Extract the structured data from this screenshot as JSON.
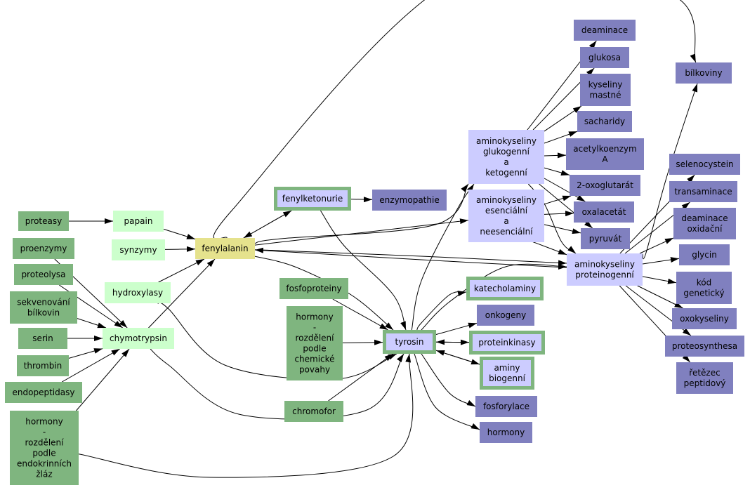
{
  "colors": {
    "dark_green": "#7fb57f",
    "light_green": "#ccffcc",
    "yellow": "#e5e28d",
    "light_violet": "#ccccff",
    "dark_violet": "#8080bf",
    "edge": "#000000"
  },
  "nodes": {
    "proteasy": {
      "label": [
        "proteasy"
      ],
      "style": "dark_green"
    },
    "papain": {
      "label": [
        "papain"
      ],
      "style": "light_green"
    },
    "synzymy": {
      "label": [
        "synzymy"
      ],
      "style": "light_green"
    },
    "fenylalanin": {
      "label": [
        "fenylalanin"
      ],
      "style": "yellow"
    },
    "fenylketonurie": {
      "label": [
        "fenylketonurie"
      ],
      "style": "violet_in_green"
    },
    "enzymopathie": {
      "label": [
        "enzymopathie"
      ],
      "style": "dark_violet"
    },
    "proenzymy": {
      "label": [
        "proenzymy"
      ],
      "style": "dark_green"
    },
    "proteolysa": {
      "label": [
        "proteolysa"
      ],
      "style": "dark_green"
    },
    "sekvenovani": {
      "label": [
        "sekvenování",
        "bílkovin"
      ],
      "style": "dark_green"
    },
    "serin": {
      "label": [
        "serin"
      ],
      "style": "dark_green"
    },
    "thrombin": {
      "label": [
        "thrombin"
      ],
      "style": "dark_green"
    },
    "endopeptidasy": {
      "label": [
        "endopeptidasy"
      ],
      "style": "dark_green"
    },
    "hormony_endokrinni": {
      "label": [
        "hormony",
        "-",
        "rozdělení",
        "podle",
        "endokrinních",
        "žláz"
      ],
      "style": "dark_green"
    },
    "hydroxylasy": {
      "label": [
        "hydroxylasy"
      ],
      "style": "light_green"
    },
    "chymotrypsin": {
      "label": [
        "chymotrypsin"
      ],
      "style": "light_green"
    },
    "fosfoproteiny": {
      "label": [
        "fosfoproteiny"
      ],
      "style": "dark_green"
    },
    "hormony_chemicke": {
      "label": [
        "hormony",
        "-",
        "rozdělení",
        "podle",
        "chemické",
        "povahy"
      ],
      "style": "dark_green"
    },
    "chromofor": {
      "label": [
        "chromofor"
      ],
      "style": "dark_green"
    },
    "tyrosin": {
      "label": [
        "tyrosin"
      ],
      "style": "violet_in_green"
    },
    "amk_glukogenni": {
      "label": [
        "aminokyseliny",
        "glukogenní",
        "a",
        "ketogenní"
      ],
      "style": "light_violet"
    },
    "amk_esencialni": {
      "label": [
        "aminokyseliny",
        "esenciální",
        "a",
        "neesenciální"
      ],
      "style": "light_violet"
    },
    "amk_proteinogenni": {
      "label": [
        "aminokyseliny",
        "proteinogenní"
      ],
      "style": "light_violet"
    },
    "katecholaminy": {
      "label": [
        "katecholaminy"
      ],
      "style": "violet_in_green"
    },
    "onkogeny": {
      "label": [
        "onkogeny"
      ],
      "style": "dark_violet"
    },
    "proteinkinasy": {
      "label": [
        "proteinkinasy"
      ],
      "style": "violet_in_green"
    },
    "aminy_biogenni": {
      "label": [
        "aminy",
        "biogenní"
      ],
      "style": "violet_in_green"
    },
    "fosforylace": {
      "label": [
        "fosforylace"
      ],
      "style": "dark_violet"
    },
    "hormony_r": {
      "label": [
        "hormony"
      ],
      "style": "dark_violet"
    },
    "deaminace": {
      "label": [
        "deaminace"
      ],
      "style": "dark_violet"
    },
    "glukosa": {
      "label": [
        "glukosa"
      ],
      "style": "dark_violet"
    },
    "kyseliny_mastne": {
      "label": [
        "kyseliny",
        "mastné"
      ],
      "style": "dark_violet"
    },
    "sacharidy": {
      "label": [
        "sacharidy"
      ],
      "style": "dark_violet"
    },
    "acetylkoenzym": {
      "label": [
        "acetylkoenzym",
        "A"
      ],
      "style": "dark_violet"
    },
    "oxoglutarat": {
      "label": [
        "2-oxoglutarát"
      ],
      "style": "dark_violet"
    },
    "oxalacetat": {
      "label": [
        "oxalacetát"
      ],
      "style": "dark_violet"
    },
    "pyruvat": {
      "label": [
        "pyruvát"
      ],
      "style": "dark_violet"
    },
    "bilkoviny": {
      "label": [
        "bílkoviny"
      ],
      "style": "dark_violet"
    },
    "selenocystein": {
      "label": [
        "selenocystein"
      ],
      "style": "dark_violet"
    },
    "transaminace": {
      "label": [
        "transaminace"
      ],
      "style": "dark_violet"
    },
    "deaminace_oxidacni": {
      "label": [
        "deaminace",
        "oxidační"
      ],
      "style": "dark_violet"
    },
    "glycin": {
      "label": [
        "glycin"
      ],
      "style": "dark_violet"
    },
    "kod_geneticky": {
      "label": [
        "kód",
        "genetický"
      ],
      "style": "dark_violet"
    },
    "oxokyseliny": {
      "label": [
        "oxokyseliny"
      ],
      "style": "dark_violet"
    },
    "proteosynthesa": {
      "label": [
        "proteosynthesa"
      ],
      "style": "dark_violet"
    },
    "retezec": {
      "label": [
        "řetězec",
        "peptidový"
      ],
      "style": "dark_violet"
    }
  },
  "edges": [
    [
      "proteasy",
      "papain"
    ],
    [
      "papain",
      "fenylalanin"
    ],
    [
      "synzymy",
      "fenylalanin"
    ],
    [
      "hydroxylasy",
      "fenylalanin"
    ],
    [
      "chymotrypsin",
      "fenylalanin"
    ],
    [
      "fenylalanin",
      "fenylketonurie"
    ],
    [
      "fenylketonurie",
      "fenylalanin"
    ],
    [
      "fenylketonurie",
      "enzymopathie"
    ],
    [
      "fenylalanin",
      "amk_glukogenni"
    ],
    [
      "fenylalanin",
      "amk_esencialni"
    ],
    [
      "fenylalanin",
      "amk_proteinogenni"
    ],
    [
      "amk_proteinogenni",
      "fenylalanin"
    ],
    [
      "fenylalanin",
      "tyrosin"
    ],
    [
      "fenylalanin",
      "bilkoviny"
    ],
    [
      "fenylketonurie",
      "tyrosin"
    ],
    [
      "proenzymy",
      "chymotrypsin"
    ],
    [
      "proteolysa",
      "chymotrypsin"
    ],
    [
      "sekvenovani",
      "chymotrypsin"
    ],
    [
      "serin",
      "chymotrypsin"
    ],
    [
      "thrombin",
      "chymotrypsin"
    ],
    [
      "endopeptidasy",
      "chymotrypsin"
    ],
    [
      "hormony_endokrinni",
      "chymotrypsin"
    ],
    [
      "hormony_endokrinni",
      "tyrosin"
    ],
    [
      "hydroxylasy",
      "tyrosin"
    ],
    [
      "chymotrypsin",
      "tyrosin"
    ],
    [
      "fosfoproteiny",
      "tyrosin"
    ],
    [
      "hormony_chemicke",
      "tyrosin"
    ],
    [
      "chromofor",
      "tyrosin"
    ],
    [
      "tyrosin",
      "amk_glukogenni"
    ],
    [
      "tyrosin",
      "amk_proteinogenni"
    ],
    [
      "tyrosin",
      "katecholaminy"
    ],
    [
      "tyrosin",
      "onkogeny"
    ],
    [
      "tyrosin",
      "proteinkinasy"
    ],
    [
      "proteinkinasy",
      "tyrosin"
    ],
    [
      "tyrosin",
      "aminy_biogenni"
    ],
    [
      "aminy_biogenni",
      "tyrosin"
    ],
    [
      "tyrosin",
      "fosforylace"
    ],
    [
      "tyrosin",
      "hormony_r"
    ],
    [
      "amk_glukogenni",
      "deaminace"
    ],
    [
      "amk_glukogenni",
      "glukosa"
    ],
    [
      "amk_glukogenni",
      "kyseliny_mastne"
    ],
    [
      "amk_glukogenni",
      "sacharidy"
    ],
    [
      "amk_glukogenni",
      "acetylkoenzym"
    ],
    [
      "amk_glukogenni",
      "oxoglutarat"
    ],
    [
      "amk_glukogenni",
      "oxalacetat"
    ],
    [
      "amk_glukogenni",
      "pyruvat"
    ],
    [
      "amk_glukogenni",
      "amk_proteinogenni"
    ],
    [
      "amk_esencialni",
      "oxalacetat"
    ],
    [
      "amk_esencialni",
      "pyruvat"
    ],
    [
      "amk_esencialni",
      "oxoglutarat"
    ],
    [
      "amk_esencialni",
      "amk_proteinogenni"
    ],
    [
      "amk_proteinogenni",
      "bilkoviny"
    ],
    [
      "amk_proteinogenni",
      "selenocystein"
    ],
    [
      "amk_proteinogenni",
      "transaminace"
    ],
    [
      "amk_proteinogenni",
      "deaminace_oxidacni"
    ],
    [
      "amk_proteinogenni",
      "glycin"
    ],
    [
      "amk_proteinogenni",
      "kod_geneticky"
    ],
    [
      "amk_proteinogenni",
      "oxokyseliny"
    ],
    [
      "amk_proteinogenni",
      "proteosynthesa"
    ],
    [
      "amk_proteinogenni",
      "retezec"
    ]
  ]
}
